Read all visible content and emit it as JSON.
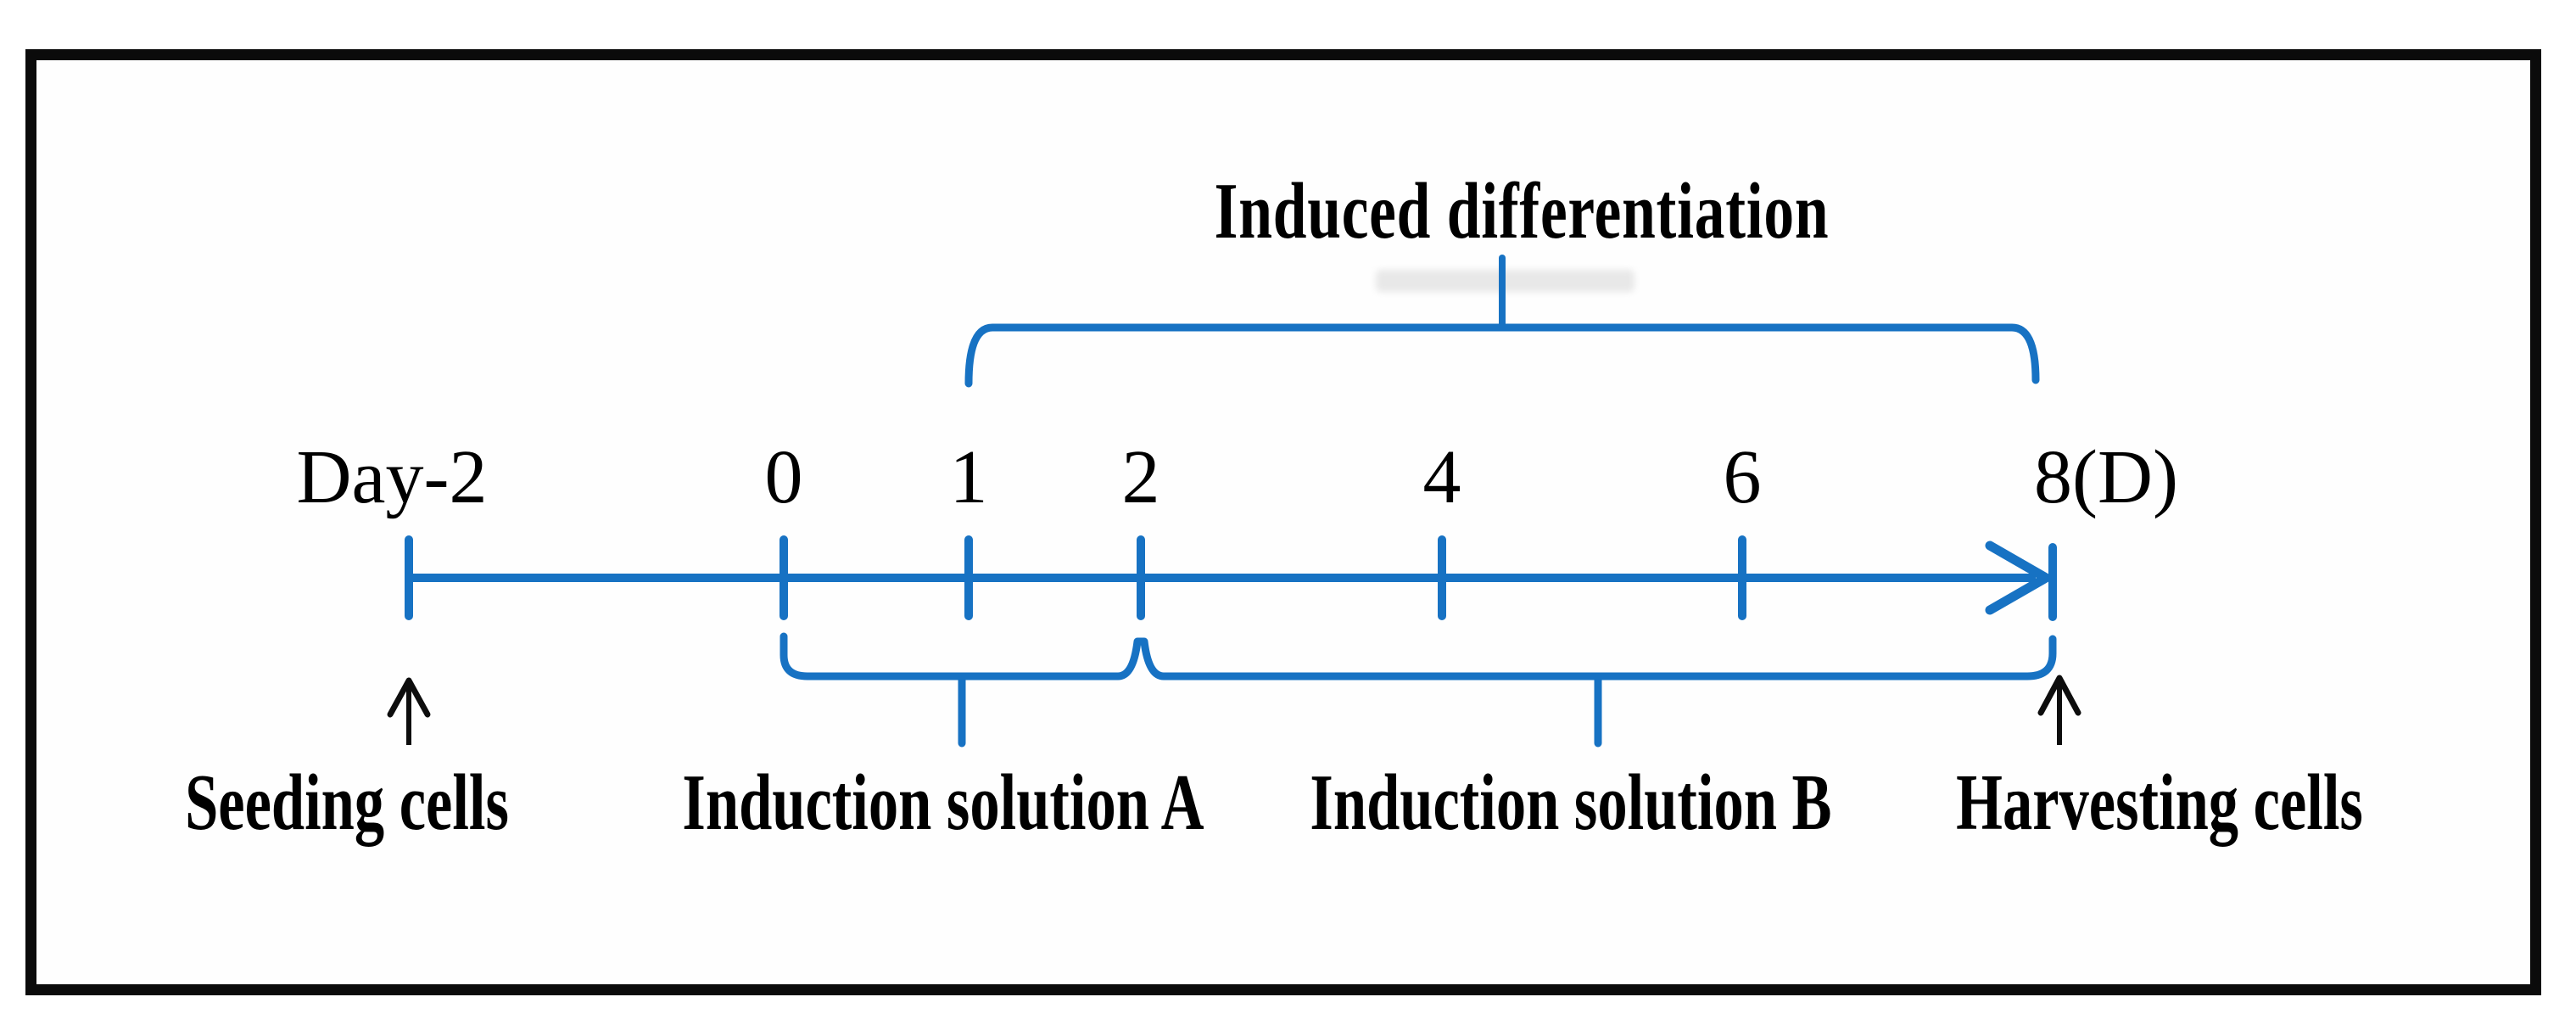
{
  "diagram": {
    "top_bracket_label": "Induced differentiation",
    "day_labels": [
      "Day-2",
      "0",
      "1",
      "2",
      "4",
      "6",
      "8(D)"
    ],
    "event_labels": {
      "seeding": "Seeding cells",
      "harvesting": "Harvesting cells"
    },
    "phase_labels": {
      "solution_a": "Induction solution A",
      "solution_b": "Induction solution B"
    },
    "timeline": {
      "start_day": "Day-2",
      "end_day": "8(D)",
      "induced_differentiation_span": [
        "1",
        "8"
      ],
      "induction_solution_a_span": [
        "0",
        "2"
      ],
      "induction_solution_b_span": [
        "2",
        "8"
      ]
    },
    "colors": {
      "line_blue": "#1772c3",
      "text_black": "#000000",
      "frame_black": "#0b0b0b"
    }
  }
}
